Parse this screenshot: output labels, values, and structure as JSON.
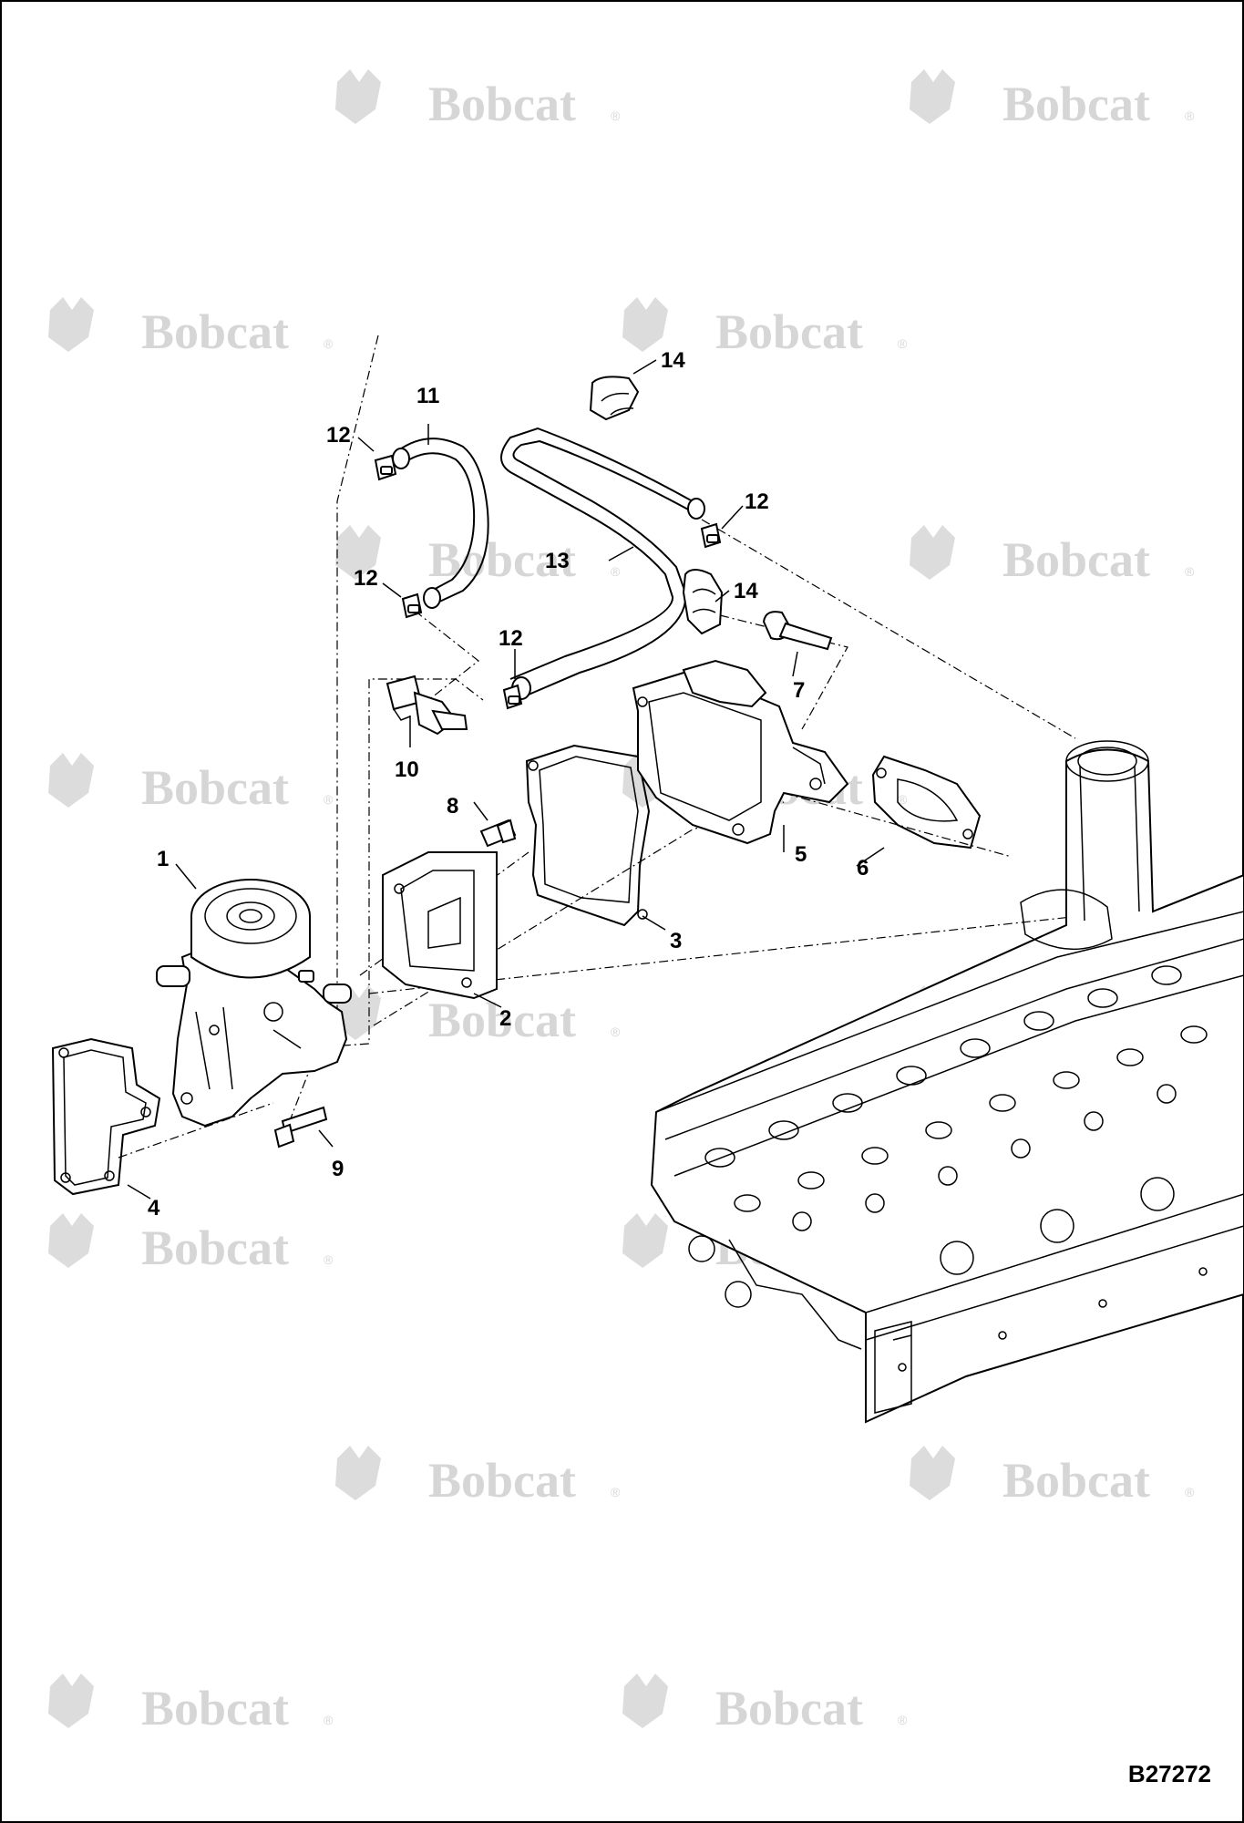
{
  "figure_id": "B27272",
  "watermark_text": "Bobcat",
  "watermark_mark": "®",
  "callouts": {
    "c1": "1",
    "c2": "2",
    "c3": "3",
    "c4": "4",
    "c5": "5",
    "c6": "6",
    "c7": "7",
    "c8": "8",
    "c9": "9",
    "c10": "10",
    "c11": "11",
    "c12a": "12",
    "c12b": "12",
    "c12c": "12",
    "c12d": "12",
    "c13": "13",
    "c14a": "14",
    "c14b": "14"
  }
}
